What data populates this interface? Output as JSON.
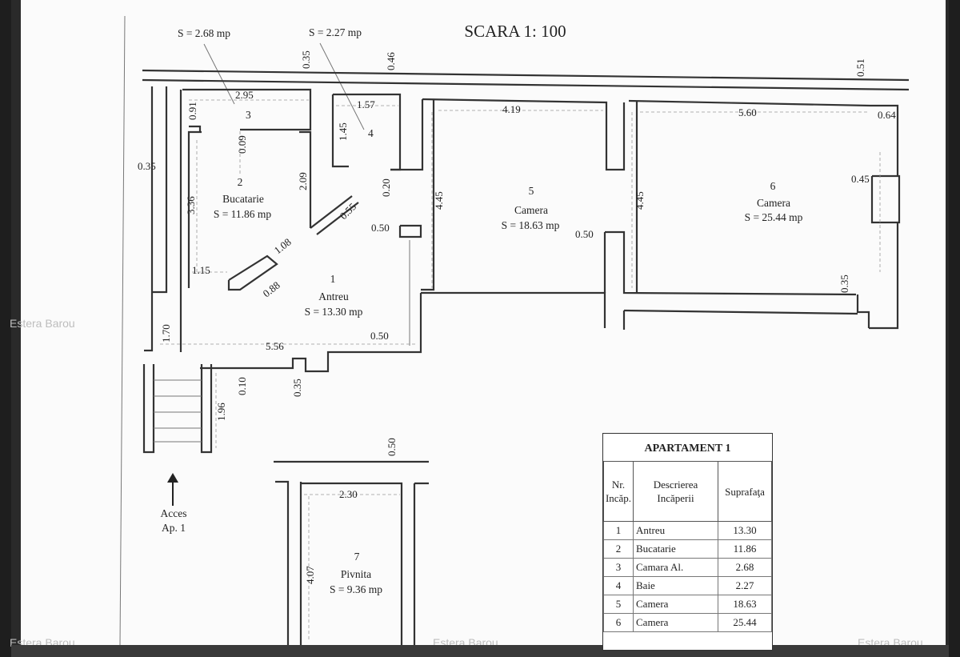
{
  "scale": "SCARA 1: 100",
  "top_labels": {
    "camara": "S = 2.68 mp",
    "baie": "S = 2.27 mp"
  },
  "rooms": [
    {
      "nr": "1",
      "name": "Antreu",
      "area": "S = 13.30 mp"
    },
    {
      "nr": "2",
      "name": "Bucatarie",
      "area": "S = 11.86 mp"
    },
    {
      "nr": "3"
    },
    {
      "nr": "4"
    },
    {
      "nr": "5",
      "name": "Camera",
      "area": "S = 18.63 mp"
    },
    {
      "nr": "6",
      "name": "Camera",
      "area": "S = 25.44 mp"
    },
    {
      "nr": "7",
      "name": "Pivnita",
      "area": "S = 9.36 mp"
    }
  ],
  "dims": {
    "d_035a": "0.35",
    "d_046": "0.46",
    "d_051": "0.51",
    "d_295": "2.95",
    "d_091": "0.91",
    "d_157": "1.57",
    "d_419": "4.19",
    "d_560": "5.60",
    "d_064": "0.64",
    "d_145": "1.45",
    "d_009": "0.09",
    "d_035b": "0.35",
    "d_209": "2.09",
    "d_020": "0.20",
    "d_445a": "4.45",
    "d_445b": "4.45",
    "d_045": "0.45",
    "d_336": "3.36",
    "d_055": "0.55",
    "d_108": "1.08",
    "d_050a": "0.50",
    "d_050b": "0.50",
    "d_115": "1.15",
    "d_088": "0.88",
    "d_035c": "0.35",
    "d_170": "1.70",
    "d_050c": "0.50",
    "d_556": "5.56",
    "d_010": "0.10",
    "d_035d": "0.35",
    "d_196": "1.96",
    "d_050d": "0.50",
    "d_230": "2.30",
    "d_407": "4.07"
  },
  "access": {
    "line1": "Acces",
    "line2": "Ap. 1"
  },
  "legend": {
    "title": "APARTAMENT 1",
    "headers": {
      "nr1": "Nr.",
      "nr2": "Incăp.",
      "desc1": "Descrierea",
      "desc2": "Incăperii",
      "area": "Suprafaţa"
    },
    "rows": [
      {
        "nr": "1",
        "desc": "Antreu",
        "area": "13.30"
      },
      {
        "nr": "2",
        "desc": "Bucatarie",
        "area": "11.86"
      },
      {
        "nr": "3",
        "desc": "Camara Al.",
        "area": "2.68"
      },
      {
        "nr": "4",
        "desc": "Baie",
        "area": "2.27"
      },
      {
        "nr": "5",
        "desc": "Camera",
        "area": "18.63"
      },
      {
        "nr": "6",
        "desc": "Camera",
        "area": "25.44"
      }
    ]
  },
  "watermark": "Estera Barou"
}
